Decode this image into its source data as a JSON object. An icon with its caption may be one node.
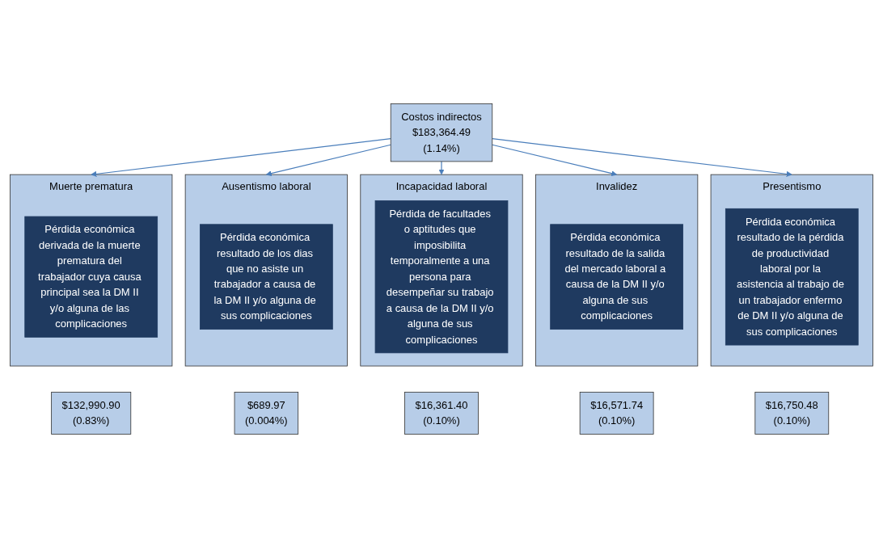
{
  "diagram": {
    "nodes": [
      {
        "text": [
          "Costos indirectos",
          "$183,364.49",
          "(1.14%)"
        ]
      },
      {
        "text": [
          "Muerte prematura"
        ]
      },
      {
        "text": [
          "Pérdida económica derivada de la muerte prematura del trabajador cuya causa principal sea la DM II y/o alguna de las complicaciones"
        ],
        "in": 1
      },
      {
        "text": [
          "Ausentismo laboral"
        ]
      },
      {
        "text": [
          "Pérdida económica resultado de los dias que no asiste un trabajador a causa de la DM II y/o alguna de sus complicaciones"
        ],
        "in": 3
      },
      {
        "text": [
          "Incapacidad laboral"
        ]
      },
      {
        "text": [
          "Pérdida de facultades o aptitudes que imposibilita temporalmente a una persona para desempeñar su trabajo a causa de la DM II y/o alguna de sus complicaciones"
        ],
        "in": 5
      },
      {
        "text": [
          "Invalidez"
        ]
      },
      {
        "text": [
          "Pérdida económica resultado de la salida del mercado laboral a causa de la DM II y/o alguna de sus complicaciones"
        ],
        "in": 7
      },
      {
        "text": [
          "Presentismo"
        ]
      },
      {
        "text": [
          "Pérdida económica resultado de la pérdida de productividad laboral por la asistencia al trabajo de un trabajador enfermo de DM II y/o alguna de sus complicaciones"
        ],
        "in": 9
      },
      {
        "text": [
          "$132,990.90",
          "(0.83%)"
        ]
      },
      {
        "text": [
          "$689.97",
          "(0.004%)"
        ]
      },
      {
        "text": [
          "$16,361.40",
          "(0.10%)"
        ]
      },
      {
        "text": [
          "$16,571.74",
          "(0.10%)"
        ]
      },
      {
        "text": [
          "$16,750.48",
          "(0.10%)"
        ]
      }
    ],
    "edges": [
      {
        "from": 0,
        "to": 1,
        "arrow": "to"
      },
      {
        "from": 0,
        "to": 3,
        "arrow": "to"
      },
      {
        "from": 0,
        "to": 5,
        "arrow": "to"
      },
      {
        "from": 0,
        "to": 7,
        "arrow": "to"
      },
      {
        "from": 0,
        "to": 9,
        "arrow": "to"
      }
    ]
  }
}
